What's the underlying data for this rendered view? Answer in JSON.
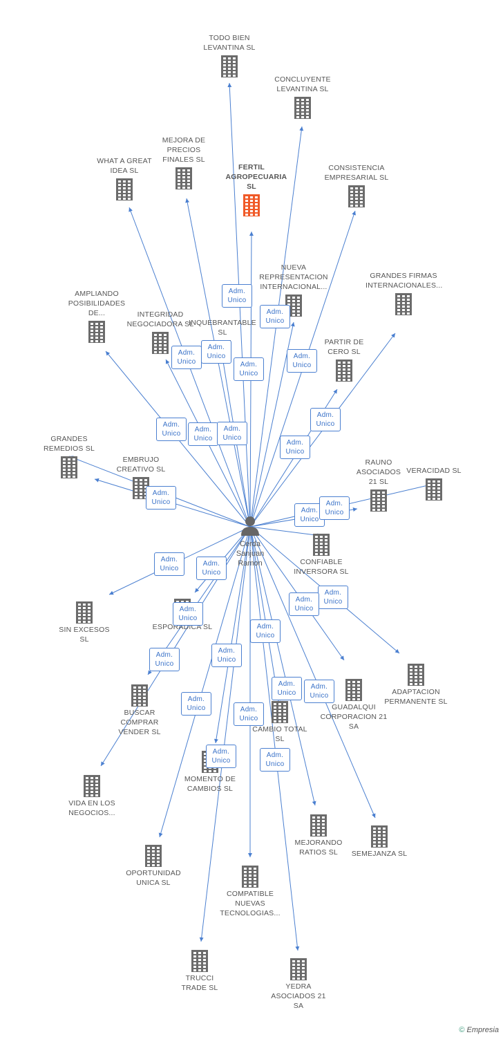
{
  "colors": {
    "edge": "#4a7fd0",
    "building": "#6b6b6b",
    "building_highlight": "#f05a28",
    "person": "#666666"
  },
  "center": {
    "name": "Cerda Sanjuan Ramon",
    "icon": "person-icon"
  },
  "edge_label": "Adm. Unico",
  "badge_line1": "Adm.",
  "badge_line2": "Unico",
  "companies": [
    {
      "id": "todo-bien-levantina",
      "name": "TODO BIEN LEVANTINA SL"
    },
    {
      "id": "concluyente-levantina",
      "name": "CONCLUYENTE LEVANTINA SL"
    },
    {
      "id": "fertil-agropecuaria",
      "name": "FERTIL AGROPECUARIA SL",
      "highlight": true
    },
    {
      "id": "mejora-de-precios",
      "name": "MEJORA DE PRECIOS FINALES SL"
    },
    {
      "id": "what-a-great-idea",
      "name": "WHAT A GREAT IDEA SL"
    },
    {
      "id": "consistencia-empresarial",
      "name": "CONSISTENCIA EMPRESARIAL SL"
    },
    {
      "id": "nueva-representacion",
      "name": "NUEVA REPRESENTACION INTERNACIONAL..."
    },
    {
      "id": "grandes-firmas",
      "name": "GRANDES FIRMAS INTERNACIONALES..."
    },
    {
      "id": "ampliando-posibilidades",
      "name": "AMPLIANDO POSIBILIDADES DE..."
    },
    {
      "id": "integridad-negociadora",
      "name": "INTEGRIDAD NEGOCIADORA SL"
    },
    {
      "id": "inquebrantable",
      "name": "INQUEBRANTABLE SL"
    },
    {
      "id": "partir-de-cero",
      "name": "PARTIR DE CERO SL"
    },
    {
      "id": "grandes-remedios",
      "name": "GRANDES REMEDIOS SL"
    },
    {
      "id": "embrujo-creativo",
      "name": "EMBRUJO CREATIVO SL"
    },
    {
      "id": "rauno-asociados",
      "name": "RAUNO ASOCIADOS 21 SL"
    },
    {
      "id": "veracidad",
      "name": "VERACIDAD SL"
    },
    {
      "id": "confiable-inversora",
      "name": "CONFIABLE INVERSORA SL"
    },
    {
      "id": "sin-excesos",
      "name": "SIN EXCESOS SL"
    },
    {
      "id": "esporadica",
      "name": "ESPORADICA SL"
    },
    {
      "id": "adaptacion-permanente",
      "name": "ADAPTACION PERMANENTE SL"
    },
    {
      "id": "guadalqui-corporacion",
      "name": "GUADALQUI CORPORACION 21 SA"
    },
    {
      "id": "buscar-comprar-vender",
      "name": "BUSCAR COMPRAR VENDER SL"
    },
    {
      "id": "cambio-total",
      "name": "CAMBIO TOTAL SL"
    },
    {
      "id": "vida-en-los-negocios",
      "name": "VIDA EN LOS NEGOCIOS..."
    },
    {
      "id": "momento-de-cambios",
      "name": "MOMENTO DE CAMBIOS SL"
    },
    {
      "id": "mejorando-ratios",
      "name": "MEJORANDO RATIOS SL"
    },
    {
      "id": "semejanza",
      "name": "SEMEJANZA SL"
    },
    {
      "id": "oportunidad-unica",
      "name": "OPORTUNIDAD UNICA SL"
    },
    {
      "id": "compatible-nuevas",
      "name": "COMPATIBLE NUEVAS TECNOLOGIAS..."
    },
    {
      "id": "trucci-trade",
      "name": "TRUCCI TRADE SL"
    },
    {
      "id": "yedra-asociados",
      "name": "YEDRA ASOCIADOS 21 SA"
    }
  ],
  "footer": {
    "copyright": "©",
    "brand": "Empresia"
  }
}
